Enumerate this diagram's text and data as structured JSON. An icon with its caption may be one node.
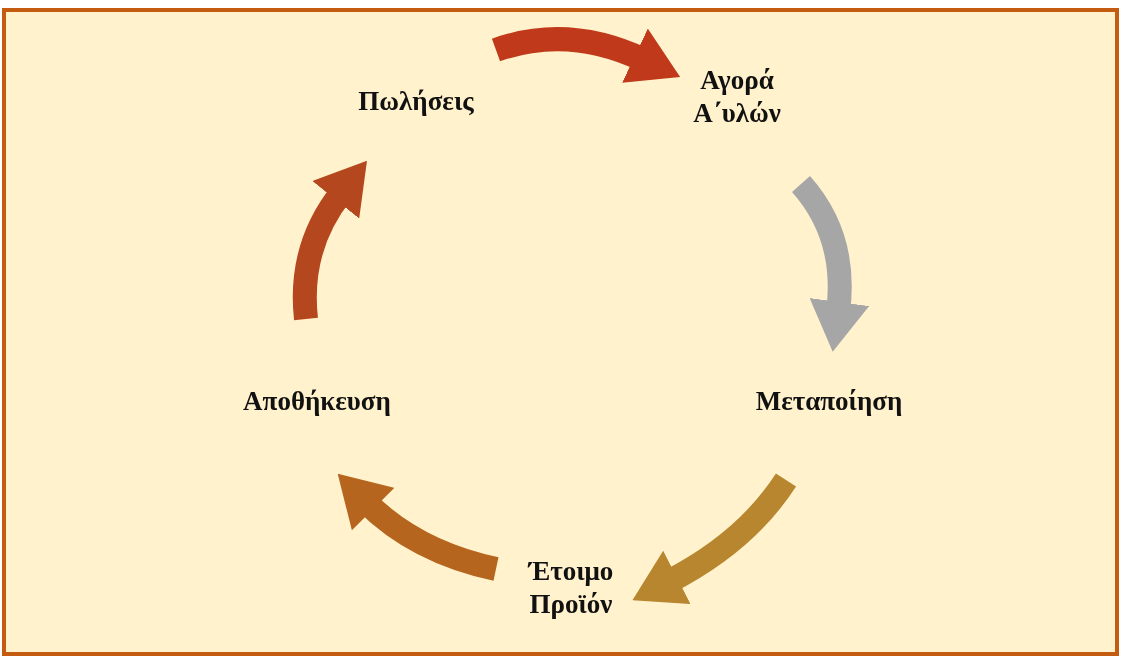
{
  "diagram": {
    "nodes": [
      {
        "text": [
          "Πωλήσεις"
        ]
      },
      {
        "text": [
          "Αγορά Α΄υλών"
        ]
      },
      {
        "text": [
          "Μεταποίηση"
        ]
      },
      {
        "text": [
          "Έτοιμο Προϊόν"
        ]
      },
      {
        "text": [
          "Αποθήκευση"
        ]
      }
    ],
    "edges": [
      {
        "from": 0,
        "to": 1,
        "arrow": "to",
        "color": "#c0391b"
      },
      {
        "from": 1,
        "to": 2,
        "arrow": "to",
        "color": "#a6a6a6"
      },
      {
        "from": 2,
        "to": 3,
        "arrow": "to",
        "color": "#b8862f"
      },
      {
        "from": 3,
        "to": 4,
        "arrow": "to",
        "color": "#b5651d"
      },
      {
        "from": 4,
        "to": 0,
        "arrow": "to",
        "color": "#b5471e"
      }
    ]
  }
}
